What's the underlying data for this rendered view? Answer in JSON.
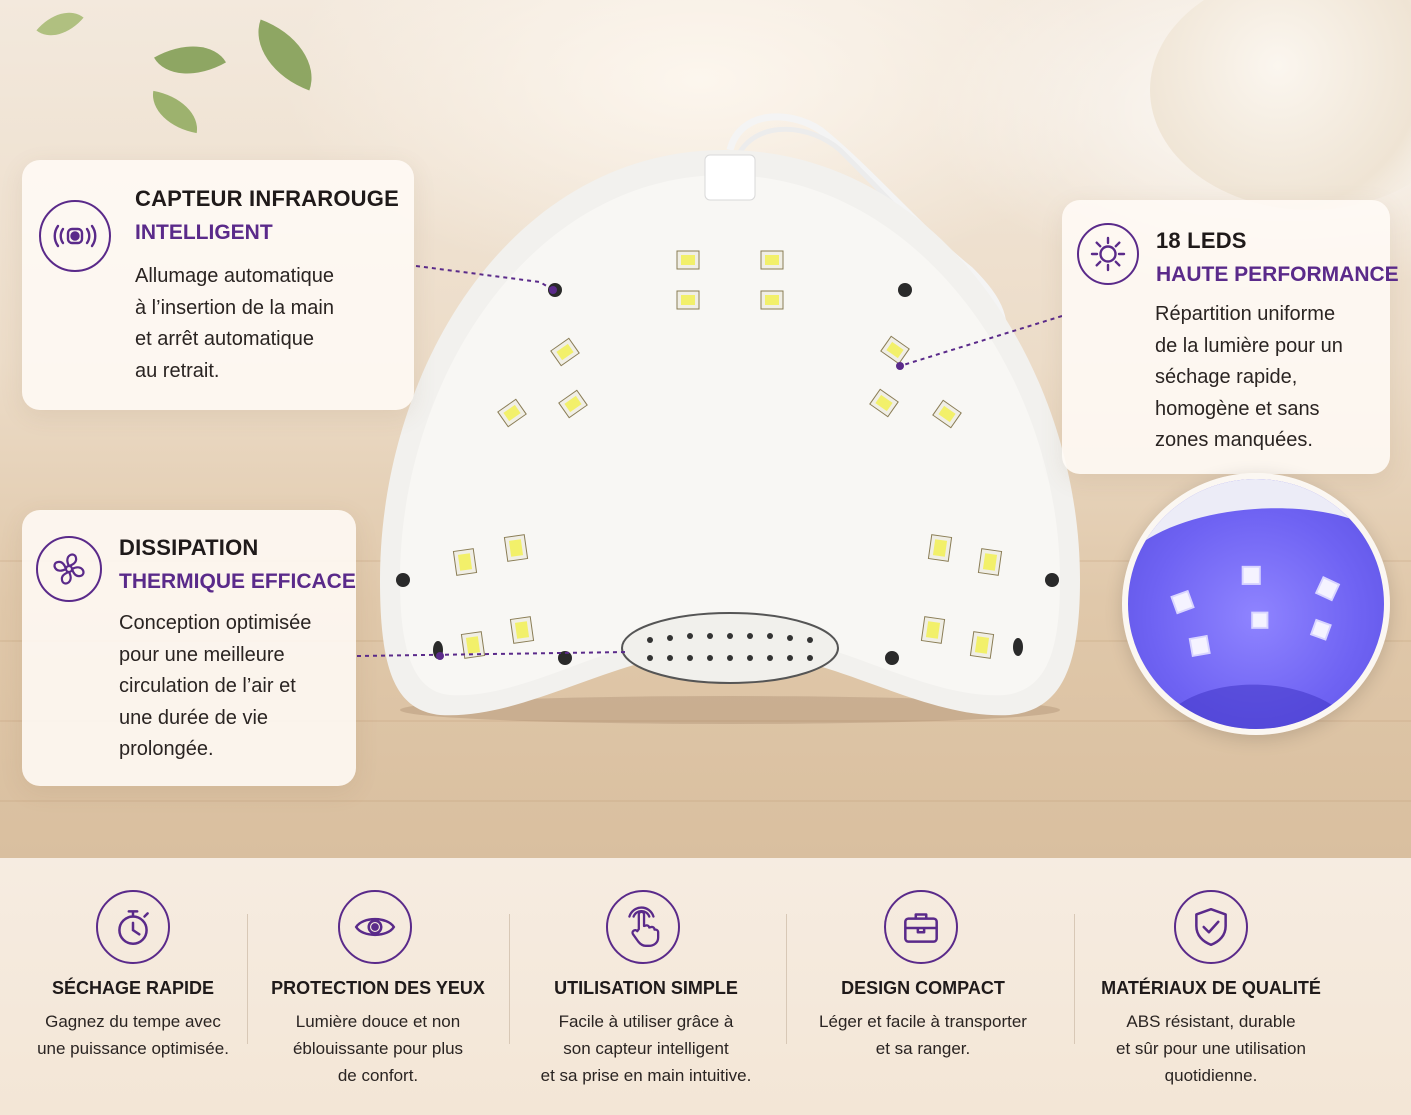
{
  "callouts": {
    "sensor": {
      "title": "CAPTEUR INFRAROUGE",
      "subtitle": "INTELLIGENT",
      "body": "Allumage automatique\nà l’insertion de la main\net arrêt automatique\nau retrait.",
      "icon": "infrared-sensor-icon"
    },
    "leds": {
      "title": "18 LEDS",
      "subtitle": "HAUTE PERFORMANCE",
      "body": "Répartition uniforme\nde la lumière pour un\nséchage rapide,\nhomogène et sans\nzones manquées.",
      "icon": "sun-icon"
    },
    "cooling": {
      "title": "DISSIPATION",
      "subtitle": "THERMIQUE EFFICACE",
      "body": "Conception optimisée\npour une meilleure\ncirculation de l’air et\nune durée de vie\nprolongée.",
      "icon": "fan-icon"
    }
  },
  "features": [
    {
      "title": "SÉCHAGE RAPIDE",
      "body": "Gagnez du tempe avec\nune puissance optimisée.",
      "icon": "stopwatch-icon"
    },
    {
      "title": "PROTECTION DES YEUX",
      "body": "Lumière douce et non\néblouissante pour plus\nde confort.",
      "icon": "eye-icon"
    },
    {
      "title": "UTILISATION SIMPLE",
      "body": "Facile à utiliser grâce à\nson capteur intelligent\net sa prise en main intuitive.",
      "icon": "touch-hand-icon"
    },
    {
      "title": "DESIGN COMPACT",
      "body": "Léger et facile à transporter\net sa ranger.",
      "icon": "toolbox-icon"
    },
    {
      "title": "MATÉRIAUX DE QUALITÉ",
      "body": "ABS résistant, durable\net sûr pour une utilisation\nquotidienne.",
      "icon": "shield-check-icon"
    }
  ],
  "colors": {
    "accent_purple": "#5a2a8a",
    "led_yellow": "#f2f06a",
    "uv_purple": "#6f63f3",
    "lamp_white": "#f7f6f3"
  }
}
